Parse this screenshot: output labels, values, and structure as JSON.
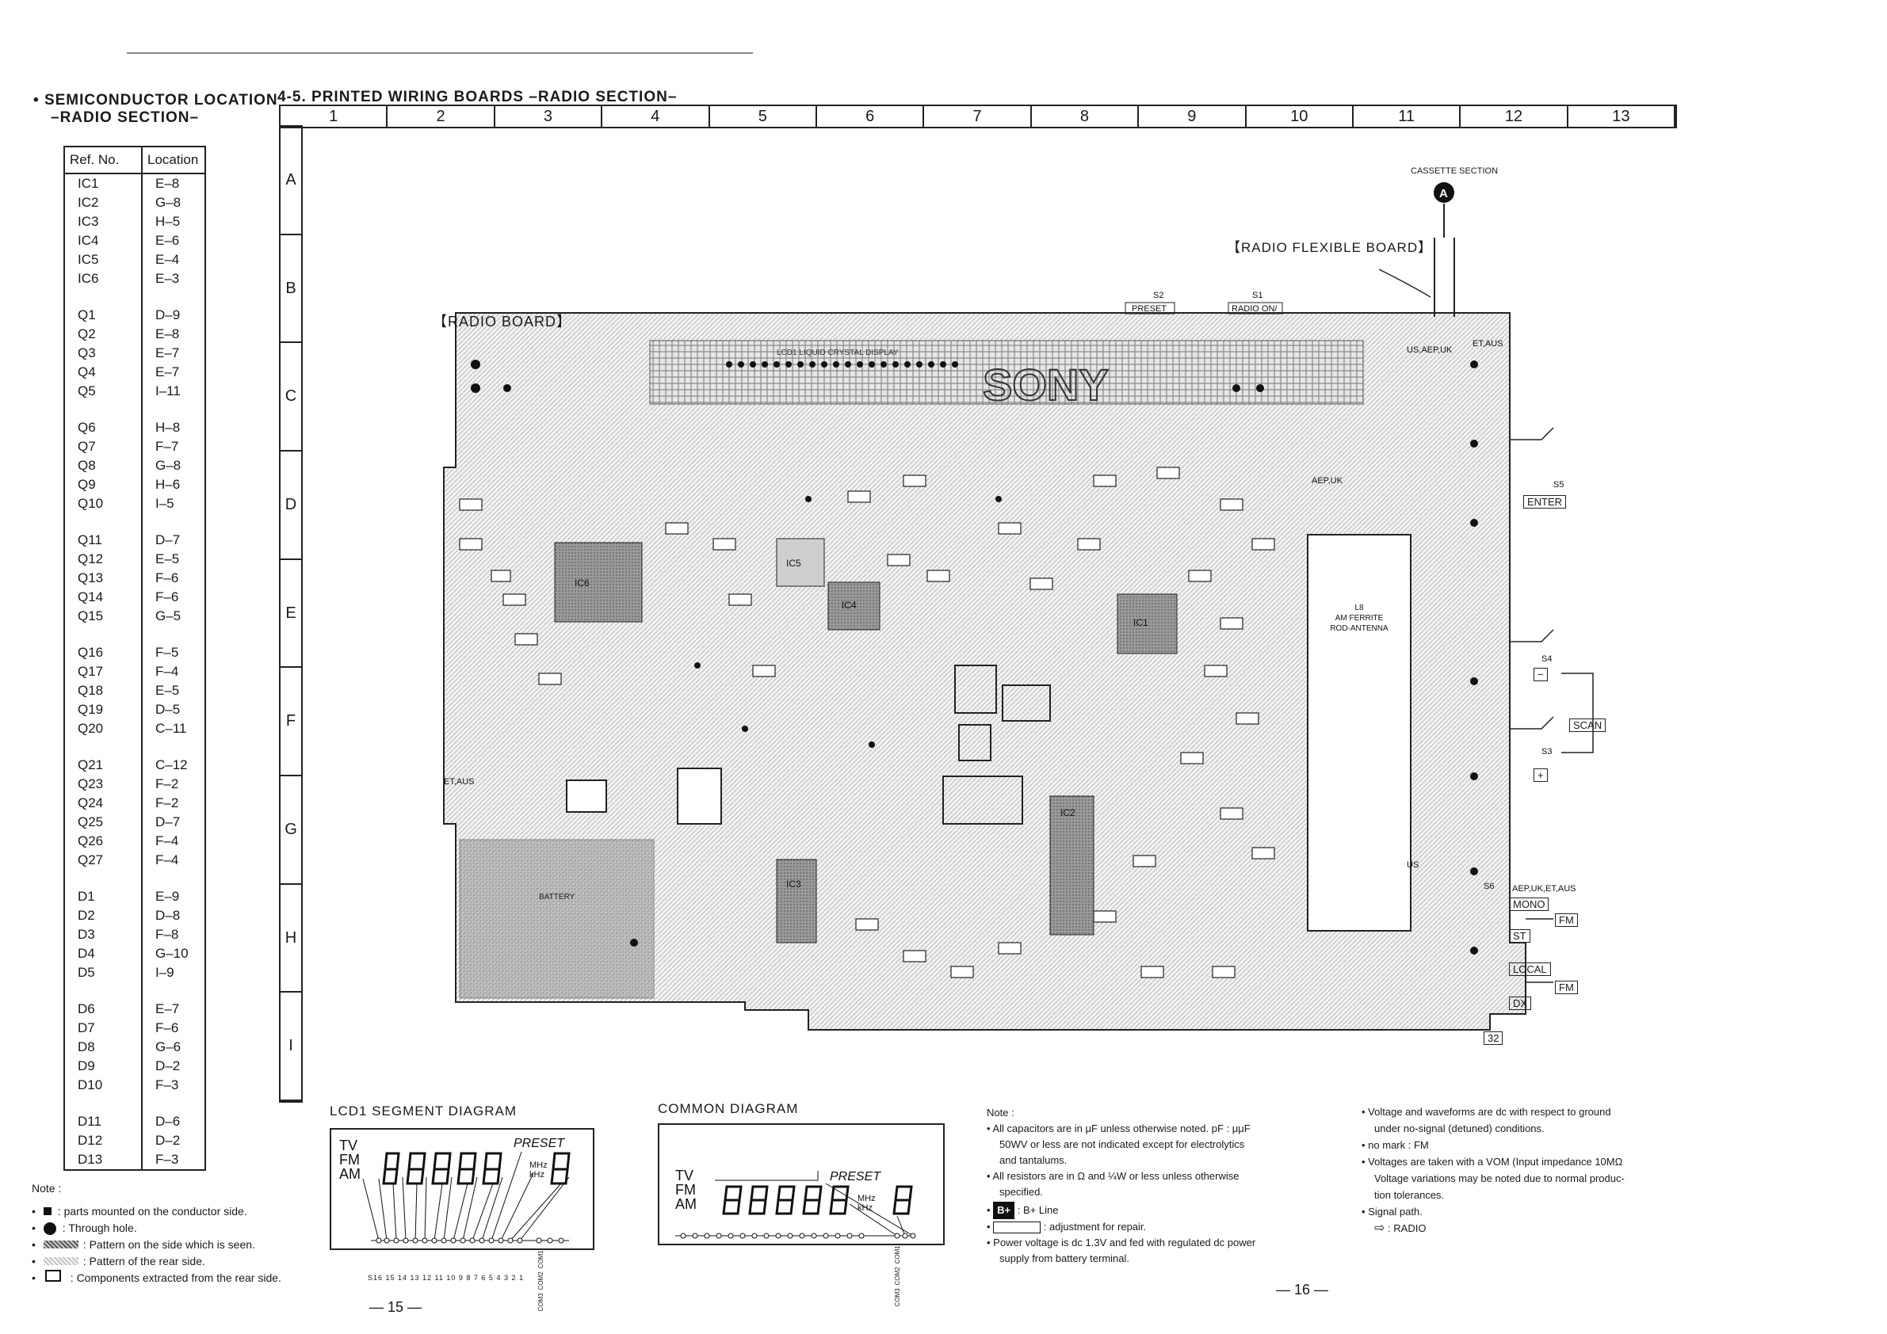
{
  "left": {
    "title_line1": "SEMICONDUCTOR LOCATION",
    "title_line2": "–RADIO SECTION–",
    "table_headers": [
      "Ref. No.",
      "Location"
    ],
    "groups": [
      [
        [
          "IC1",
          "E–8"
        ],
        [
          "IC2",
          "G–8"
        ],
        [
          "IC3",
          "H–5"
        ],
        [
          "IC4",
          "E–6"
        ],
        [
          "IC5",
          "E–4"
        ],
        [
          "IC6",
          "E–3"
        ]
      ],
      [
        [
          "Q1",
          "D–9"
        ],
        [
          "Q2",
          "E–8"
        ],
        [
          "Q3",
          "E–7"
        ],
        [
          "Q4",
          "E–7"
        ],
        [
          "Q5",
          "I–11"
        ]
      ],
      [
        [
          "Q6",
          "H–8"
        ],
        [
          "Q7",
          "F–7"
        ],
        [
          "Q8",
          "G–8"
        ],
        [
          "Q9",
          "H–6"
        ],
        [
          "Q10",
          "I–5"
        ]
      ],
      [
        [
          "Q11",
          "D–7"
        ],
        [
          "Q12",
          "E–5"
        ],
        [
          "Q13",
          "F–6"
        ],
        [
          "Q14",
          "F–6"
        ],
        [
          "Q15",
          "G–5"
        ]
      ],
      [
        [
          "Q16",
          "F–5"
        ],
        [
          "Q17",
          "F–4"
        ],
        [
          "Q18",
          "E–5"
        ],
        [
          "Q19",
          "D–5"
        ],
        [
          "Q20",
          "C–11"
        ]
      ],
      [
        [
          "Q21",
          "C–12"
        ],
        [
          "Q23",
          "F–2"
        ],
        [
          "Q24",
          "F–2"
        ],
        [
          "Q25",
          "D–7"
        ],
        [
          "Q26",
          "F–4"
        ],
        [
          "Q27",
          "F–4"
        ]
      ],
      [
        [
          "D1",
          "E–9"
        ],
        [
          "D2",
          "D–8"
        ],
        [
          "D3",
          "F–8"
        ],
        [
          "D4",
          "G–10"
        ],
        [
          "D5",
          "I–9"
        ]
      ],
      [
        [
          "D6",
          "E–7"
        ],
        [
          "D7",
          "F–6"
        ],
        [
          "D8",
          "G–6"
        ],
        [
          "D9",
          "D–2"
        ],
        [
          "D10",
          "F–3"
        ]
      ],
      [
        [
          "D11",
          "D–6"
        ],
        [
          "D12",
          "D–2"
        ],
        [
          "D13",
          "F–3"
        ]
      ]
    ],
    "note_title": "Note :",
    "notes": [
      ": parts mounted on the conductor side.",
      ": Through hole.",
      ": Pattern on the side which is seen.",
      ": Pattern of the rear side.",
      ": Components extracted from the rear side."
    ]
  },
  "main": {
    "title": "4-5. PRINTED WIRING BOARDS –RADIO SECTION–",
    "cols": [
      "1",
      "2",
      "3",
      "4",
      "5",
      "6",
      "7",
      "8",
      "9",
      "10",
      "11",
      "12",
      "13"
    ],
    "rows": [
      "A",
      "B",
      "C",
      "D",
      "E",
      "F",
      "G",
      "H",
      "I"
    ],
    "cassette_section": "CASSETTE SECTION",
    "connector_letter": "A",
    "flex_board": "【RADIO FLEXIBLE BOARD】",
    "radio_board": "【RADIO BOARD】",
    "sony": "SONY",
    "lcd_label": "LCD1 LIQUID CRYSTAL DISPLAY",
    "preset_switch": "S2",
    "preset_label": "PRESET",
    "radio_on_switch": "S1",
    "radio_on_label": "RADIO ON/",
    "region_usaepuk": "US,AEP,UK",
    "region_etaus": "ET,AUS",
    "region_aepuk": "AEP,UK",
    "et_aus_left": "ET,AUS",
    "antenna_line1": "L8",
    "antenna_line2": "AM FERRITE",
    "antenna_line3": "ROD-ANTENNA",
    "ic_labels": [
      "IC1",
      "IC2",
      "IC3",
      "IC4",
      "IC5",
      "IC6"
    ],
    "s5": "S5",
    "enter": "ENTER",
    "s4": "S4",
    "s3": "S3",
    "scan": "SCAN",
    "minus": "−",
    "plus": "+",
    "aep_uk_et_aus": "AEP,UK,ET,AUS",
    "s6": "S6",
    "mono": "MONO",
    "st": "ST",
    "fm": "FM",
    "local": "LOCAL",
    "dx": "DX",
    "us": "US",
    "page_num_32": "32",
    "battery": "BATTERY"
  },
  "lcd_seg": {
    "title": "LCD1 SEGMENT DIAGRAM",
    "tv": "TV",
    "fm": "FM",
    "am": "AM",
    "preset": "PRESET",
    "mhz": "MHz",
    "khz": "kHz",
    "pins": "S16 15 14 13 12 11 10 9 8 7 6 5 4 3 2 1",
    "com": [
      "COM3",
      "COM2",
      "COM1"
    ]
  },
  "common": {
    "title": "COMMON DIAGRAM",
    "tv": "TV",
    "fm": "FM",
    "am": "AM",
    "preset": "PRESET",
    "mhz": "MHz",
    "khz": "kHz",
    "com": [
      "COM3",
      "COM2",
      "COM1"
    ]
  },
  "notes_mid": {
    "title": "Note :",
    "n1": "All capacitors are in μF unless otherwise noted. pF : μμF",
    "n1b": "50WV or less are not indicated except for electrolytics",
    "n1c": "and tantalums.",
    "n2": "All resistors are in Ω and ¼W or less unless otherwise",
    "n2b": "specified.",
    "bplus_box": "B+",
    "bplus": ": B+ Line",
    "adjust": ": adjustment for repair.",
    "n3": "Power voltage is dc 1.3V and fed with regulated dc power",
    "n3b": "supply from battery terminal."
  },
  "notes_right": {
    "n1": "Voltage and waveforms are dc with respect to ground",
    "n1b": "under no-signal (detuned) conditions.",
    "n2": "no mark : FM",
    "n3": "Voltages are taken with a VOM (Input impedance 10MΩ",
    "n3b": "Voltage variations may be noted due to normal produc-",
    "n3c": "tion tolerances.",
    "n4": "Signal path.",
    "n4b": ": RADIO"
  },
  "page_left": "— 15 —",
  "page_right": "— 16 —"
}
